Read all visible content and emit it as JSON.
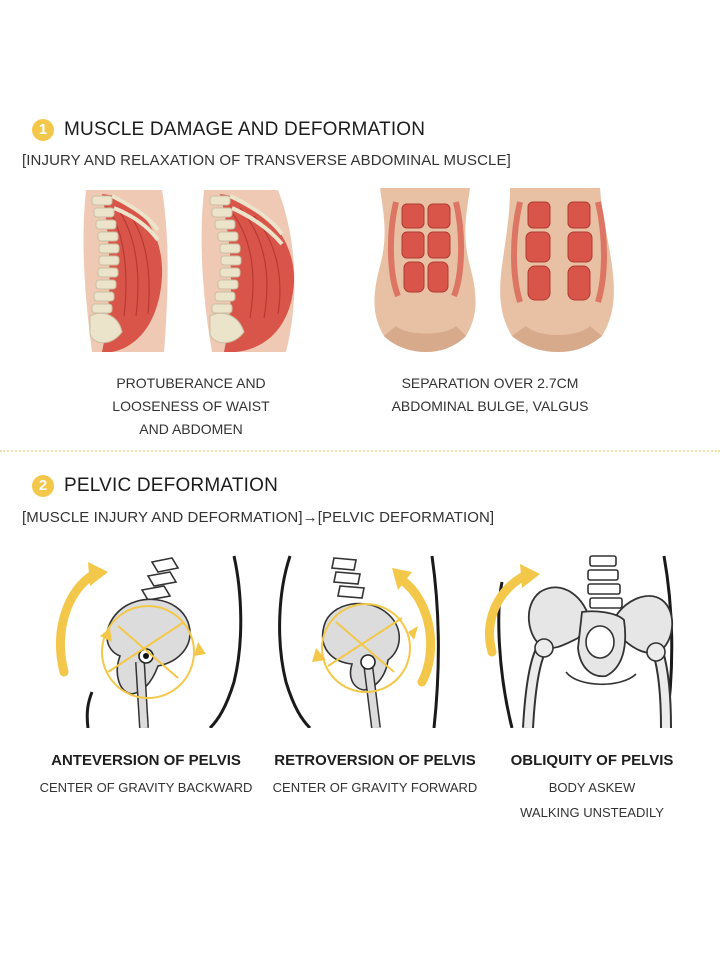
{
  "section1": {
    "number": "1",
    "title": "MUSCLE DAMAGE AND DEFORMATION",
    "subtitle": "[INJURY AND RELAXATION OF TRANSVERSE ABDOMINAL MUSCLE]",
    "captions": [
      {
        "line1": "PROTUBERANCE AND",
        "line2": "LOOSENESS OF WAIST",
        "line3": "AND ABDOMEN"
      },
      {
        "line1": "SEPARATION OVER 2.7CM",
        "line2": "ABDOMINAL BULGE, VALGUS"
      }
    ]
  },
  "section2": {
    "number": "2",
    "title": "PELVIC DEFORMATION",
    "subtitle": "[MUSCLE INJURY AND DEFORMATION]→[PELVIC DEFORMATION]",
    "items": [
      {
        "title": "ANTEVERSION OF PELVIS",
        "line1": "CENTER OF GRAVITY BACKWARD"
      },
      {
        "title": "RETROVERSION OF PELVIS",
        "line1": "CENTER OF GRAVITY FORWARD"
      },
      {
        "title": "OBLIQUITY OF PELVIS",
        "line1": "BODY ASKEW",
        "line2": "WALKING UNSTEADILY"
      }
    ]
  },
  "colors": {
    "accent": "#f3c84a",
    "muscle": "#d9554a",
    "skin": "#e9c3a9",
    "bone": "#e8e2d0",
    "pelvis_fill": "#dcdcdc"
  }
}
